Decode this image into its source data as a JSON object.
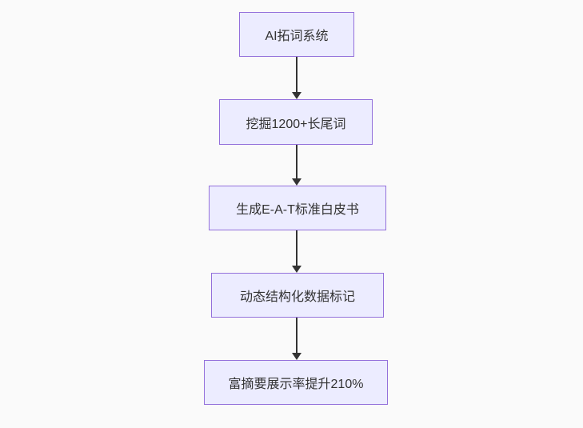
{
  "flowchart": {
    "title": "SEO AI workflow flowchart",
    "background_color": "#fafafa",
    "node_fill_color": "#ECECFF",
    "node_border_color": "#9370DB",
    "node_text_color": "#333333",
    "arrow_color": "#333333",
    "direction": "top-down",
    "nodes": [
      {
        "id": "node-0",
        "label": "AI拓词系统"
      },
      {
        "id": "node-1",
        "label": "挖掘1200+长尾词"
      },
      {
        "id": "node-2",
        "label": "生成E-A-T标准白皮书"
      },
      {
        "id": "node-3",
        "label": "动态结构化数据标记"
      },
      {
        "id": "node-4",
        "label": "富摘要展示率提升210%"
      }
    ],
    "edges": [
      {
        "from": "node-0",
        "to": "node-1"
      },
      {
        "from": "node-1",
        "to": "node-2"
      },
      {
        "from": "node-2",
        "to": "node-3"
      },
      {
        "from": "node-3",
        "to": "node-4"
      }
    ]
  }
}
